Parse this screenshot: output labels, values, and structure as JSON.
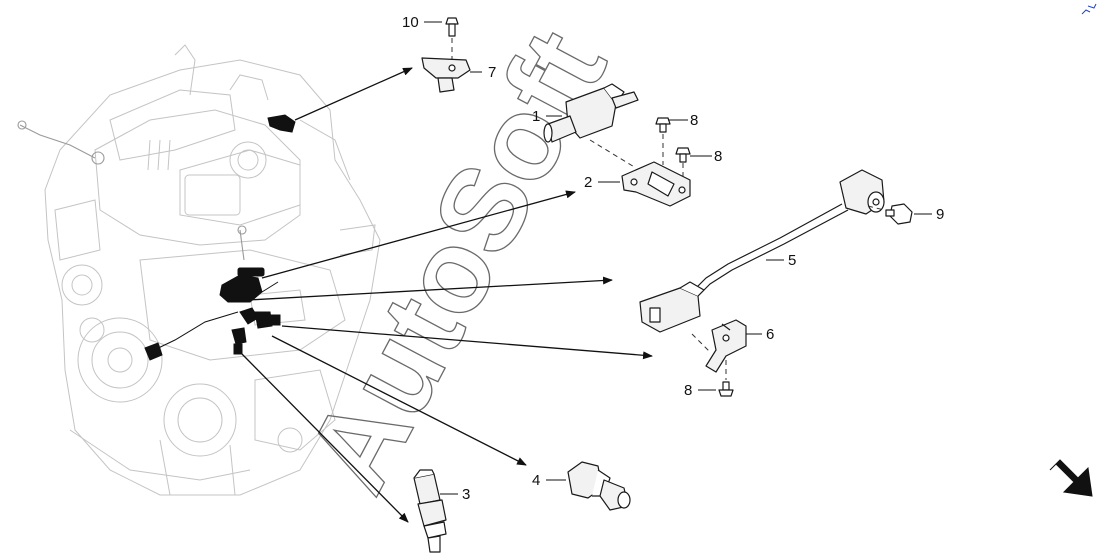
{
  "watermark": "AutoSoft",
  "callouts": {
    "c1": "1",
    "c2": "2",
    "c3": "3",
    "c4": "4",
    "c5": "5",
    "c6": "6",
    "c7": "7",
    "c8a": "8",
    "c8b": "8",
    "c8c": "8",
    "c9": "9",
    "c10": "10"
  },
  "colors": {
    "line": "#111111",
    "engine": "#c4c4c4",
    "watermark": "#6a6a6a",
    "corner_mark": "#2244cc"
  },
  "icons": {
    "direction_indicator": "arrow-down-right-icon"
  }
}
